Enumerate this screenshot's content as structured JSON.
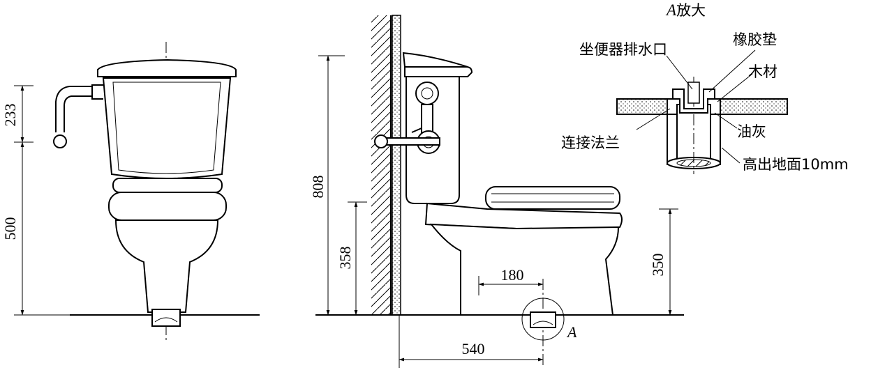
{
  "dimensions": {
    "front_tank_height": "233",
    "front_seat_height": "500",
    "side_total_height": "808",
    "side_valve_height": "358",
    "side_bowl_height": "350",
    "drain_offset": "180",
    "wall_to_drain": "540"
  },
  "detail": {
    "marker": "A",
    "title_letter": "A",
    "title_text": "放大",
    "labels": {
      "drain_outlet": "坐便器排水口",
      "rubber_gasket": "橡胶垫",
      "wood": "木材",
      "flange": "连接法兰",
      "putty": "油灰",
      "above_floor": "高出地面10mm"
    }
  }
}
